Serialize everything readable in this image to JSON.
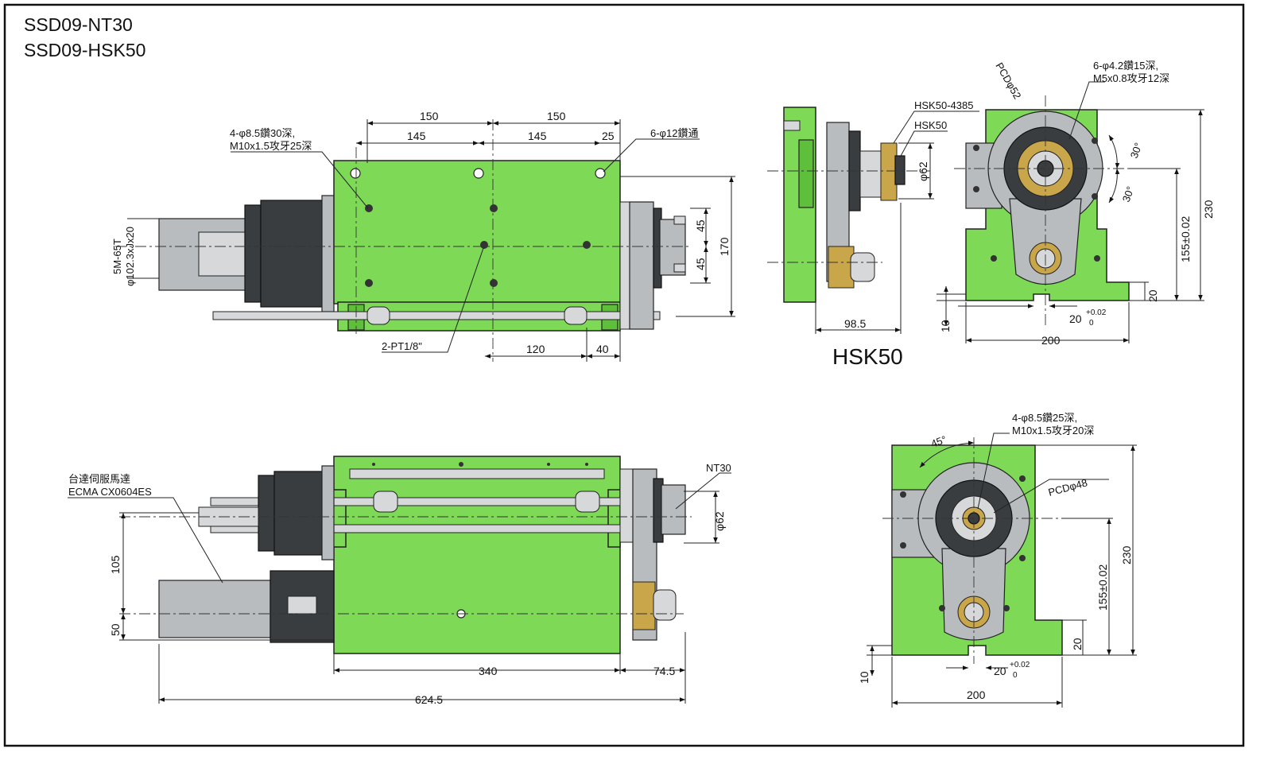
{
  "titles": {
    "line1": "SSD09-NT30",
    "line2": "SSD09-HSK50"
  },
  "top_side": {
    "dims": {
      "d150a": "150",
      "d150b": "150",
      "d145a": "145",
      "d145b": "145",
      "d25": "25",
      "d45a": "45",
      "d45b": "45",
      "d170": "170",
      "d120": "120",
      "d40": "40"
    },
    "notes": {
      "holes_a1": "4-φ8.5鑽30深,",
      "holes_a2": "M10x1.5攻牙25深",
      "holes_b": "6-φ12鑽通",
      "pt": "2-PT1/8\"",
      "belt1": "5M-65T",
      "belt2": "φ102.3xJx20"
    }
  },
  "hsk_side": {
    "labels": {
      "hsk4385": "HSK50-4385",
      "hsk50": "HSK50",
      "d62": "φ62",
      "d985": "98.5",
      "caption": "HSK50"
    }
  },
  "top_front": {
    "labels": {
      "pcd": "PCDφ52",
      "holes1": "6-φ4.2鑽15深,",
      "holes2": "M5x0.8攻牙12深",
      "a30a": "30°",
      "a30b": "30°",
      "d230": "230",
      "d155": "155±0.02",
      "d20v": "20",
      "d10": "10",
      "d20h": "20",
      "tol_up": "+0.02",
      "tol_dn": "0",
      "d200": "200"
    }
  },
  "bottom_side": {
    "labels": {
      "motor1": "台達伺服馬達",
      "motor2": "ECMA CX0604ES",
      "nt30": "NT30",
      "d62": "φ62",
      "d105": "105",
      "d50": "50",
      "d340": "340",
      "d745": "74.5",
      "d6245": "624.5"
    }
  },
  "bottom_front": {
    "labels": {
      "a45": "45°",
      "holes1": "4-φ8.5鑽25深,",
      "holes2": "M10x1.5攻牙20深",
      "pcd": "PCDφ48",
      "d230": "230",
      "d155": "155±0.02",
      "d20v": "20",
      "d10": "10",
      "d20h": "20",
      "tol_up": "+0.02",
      "tol_dn": "0",
      "d200": "200"
    }
  }
}
